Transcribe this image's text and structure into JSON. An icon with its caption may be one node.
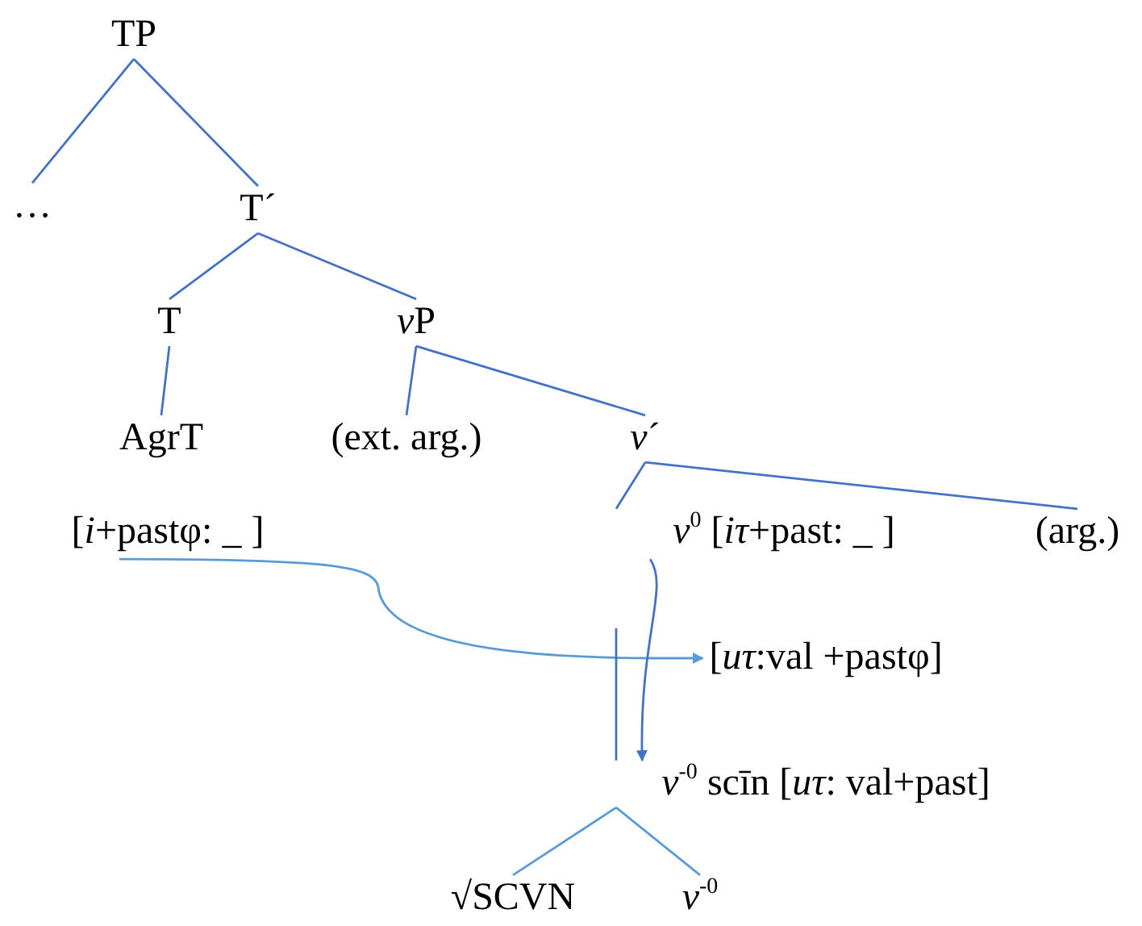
{
  "diagram": {
    "nodes": [
      {
        "text": [
          "TP"
        ]
      },
      {
        "text": [
          "…"
        ]
      },
      {
        "text": [
          "T´"
        ]
      },
      {
        "text": [
          "T"
        ]
      },
      {
        "text": [
          "vP"
        ]
      },
      {
        "text": [
          "AgrT"
        ]
      },
      {
        "text": [
          "(ext. arg.)"
        ]
      },
      {
        "text": [
          "*v*´"
        ]
      },
      {
        "text": [
          "[*i*+pastφ: _ ]"
        ]
      },
      {
        "text": [
          "*v*$^{0}$ [*iτ*+past: _ ]"
        ]
      },
      {
        "text": [
          "(arg.)"
        ]
      },
      {
        "text": [
          "[*uτ*:val +pastφ]"
        ]
      },
      {
        "text": [
          "*v*$^{-0}$ scīn [*uτ*: val+past]"
        ]
      },
      {
        "text": [
          "√SCVN"
        ]
      },
      {
        "text": [
          "*v*$^{-0}$"
        ]
      }
    ],
    "edges": [
      {
        "from": 0,
        "to": 1,
        "arrow": "none"
      },
      {
        "from": 0,
        "to": 2,
        "arrow": "none"
      },
      {
        "from": 2,
        "to": 3,
        "arrow": "none"
      },
      {
        "from": 2,
        "to": 4,
        "arrow": "none"
      },
      {
        "from": 3,
        "to": 5,
        "arrow": "none"
      },
      {
        "from": 4,
        "to": 6,
        "arrow": "none"
      },
      {
        "from": 4,
        "to": 7,
        "arrow": "none"
      },
      {
        "from": 7,
        "to": 9,
        "arrow": "none"
      },
      {
        "from": 7,
        "to": 10,
        "arrow": "none"
      },
      {
        "from": 8,
        "to": 11,
        "arrow": "to",
        "color": "#5b9bd5"
      },
      {
        "from": 9,
        "to": 12,
        "arrow": "to"
      },
      {
        "from": null,
        "to": 12,
        "arrow": "none"
      },
      {
        "from": 12,
        "to": 13,
        "arrow": "none",
        "color": "#5b9bd5"
      },
      {
        "from": 12,
        "to": 14,
        "arrow": "none",
        "color": "#5b9bd5"
      }
    ]
  }
}
